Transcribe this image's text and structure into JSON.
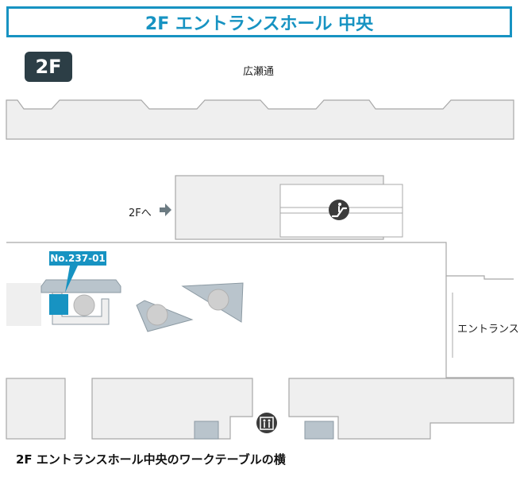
{
  "header": {
    "title": "2F エントランスホール 中央"
  },
  "floor_badge": "2F",
  "labels": {
    "street": "広瀬通",
    "to_2f": "2Fへ",
    "entrance": "エントランス"
  },
  "callout": {
    "text": "No.237-01"
  },
  "caption": "2F エントランスホール中央のワークテーブルの横",
  "icons": {
    "escalator": "escalator-icon",
    "elevator": "elevator-icon",
    "arrow": "arrow-right-icon"
  },
  "colors": {
    "accent": "#1793c2",
    "badge": "#2c3e46",
    "building": "#efefef",
    "outline": "#a8a8a8",
    "table": "#b9c4cc",
    "icon": "#3b3b3b"
  }
}
